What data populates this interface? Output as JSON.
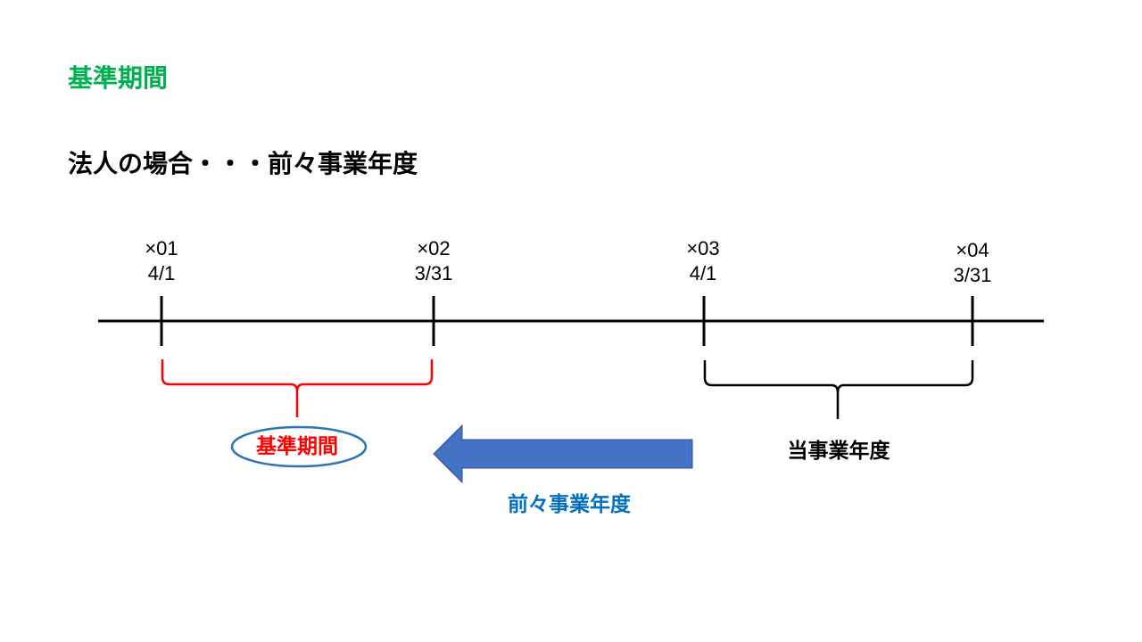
{
  "title": "基準期間",
  "subtitle": "法人の場合・・・前々事業年度",
  "ticks": [
    {
      "year": "×01",
      "date": "4/1"
    },
    {
      "year": "×02",
      "date": "3/31"
    },
    {
      "year": "×03",
      "date": "4/1"
    },
    {
      "year": "×04",
      "date": "3/31"
    }
  ],
  "base_period_label": "基準期間",
  "current_year_label": "当事業年度",
  "arrow_label": "前々事業年度",
  "colors": {
    "title": "#00B050",
    "base_bracket": "#FF0000",
    "ellipse": "#2E75B6",
    "arrow": "#4472C4",
    "arrow_label": "#0070C0",
    "line": "#000000"
  }
}
